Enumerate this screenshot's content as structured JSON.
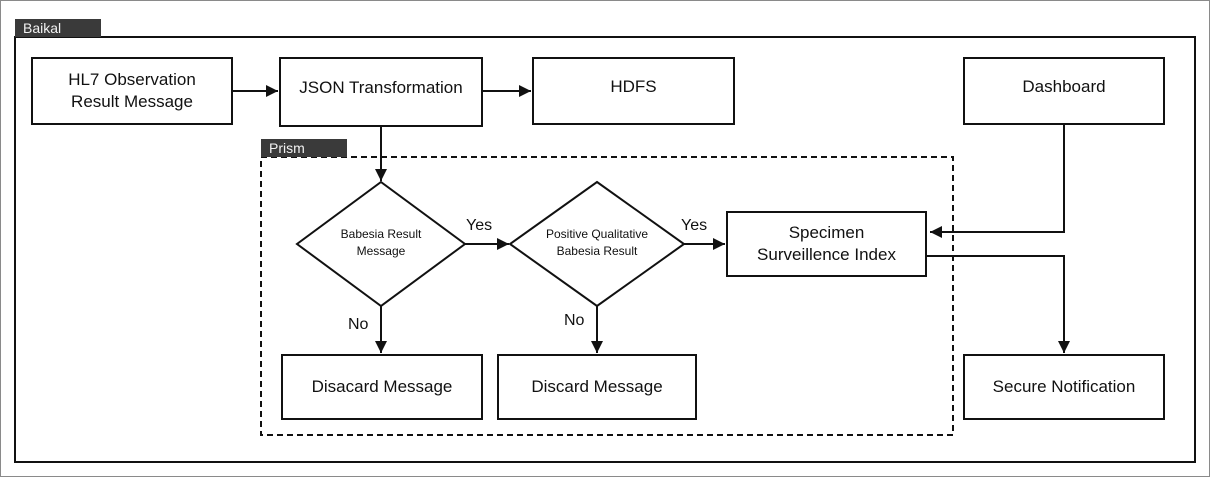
{
  "containers": {
    "outer_label": "Baikal",
    "inner_label": "Prism"
  },
  "nodes": {
    "hl7": "HL7 Observation\nResult Message",
    "json": "JSON Transformation",
    "hdfs": "HDFS",
    "dashboard": "Dashboard",
    "babesia_decision": "Babesia Result\nMessage",
    "positive_decision": "Positive Qualitative\nBabesia Result",
    "ssi": "Specimen\nSurveillence Index",
    "discard1": "Disacard Message",
    "discard2": "Discard Message",
    "secure": "Secure Notification"
  },
  "edge_labels": {
    "yes1": "Yes",
    "yes2": "Yes",
    "no1": "No",
    "no2": "No"
  }
}
